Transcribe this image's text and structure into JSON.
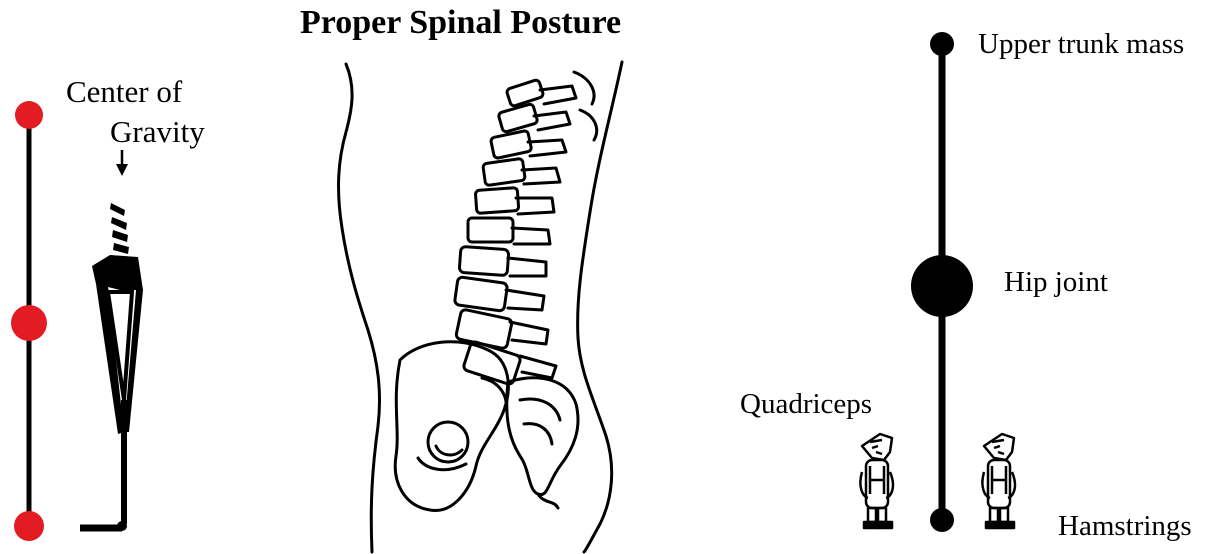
{
  "title": "Proper Spinal Posture",
  "left_panel": {
    "label_line1": "Center of",
    "label_line2": "Gravity",
    "dot_color": "#e31b23"
  },
  "right_panel": {
    "upper_label": "Upper trunk mass",
    "hip_label": "Hip joint",
    "quad_label": "Quadriceps",
    "ham_label": "Hamstrings"
  }
}
